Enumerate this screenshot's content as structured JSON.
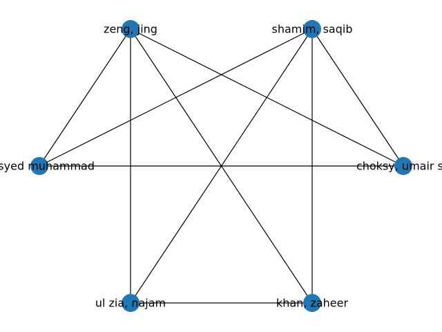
{
  "graph": {
    "node_color": "#1f77b4",
    "edge_color": "#000000",
    "nodes": [
      {
        "id": "zeng",
        "label": "zeng, jing"
      },
      {
        "id": "shamim",
        "label": "shamim, saqib"
      },
      {
        "id": "syed",
        "label": "g, syed muhammad"
      },
      {
        "id": "choksy",
        "label": "choksy, umair sh"
      },
      {
        "id": "ulzia",
        "label": "ul zia, najam"
      },
      {
        "id": "khan",
        "label": "khan, zaheer"
      }
    ],
    "edges": [
      [
        "zeng",
        "syed"
      ],
      [
        "zeng",
        "ulzia"
      ],
      [
        "zeng",
        "khan"
      ],
      [
        "zeng",
        "choksy"
      ],
      [
        "shamim",
        "syed"
      ],
      [
        "shamim",
        "ulzia"
      ],
      [
        "shamim",
        "khan"
      ],
      [
        "shamim",
        "choksy"
      ],
      [
        "syed",
        "choksy"
      ],
      [
        "ulzia",
        "khan"
      ]
    ]
  }
}
